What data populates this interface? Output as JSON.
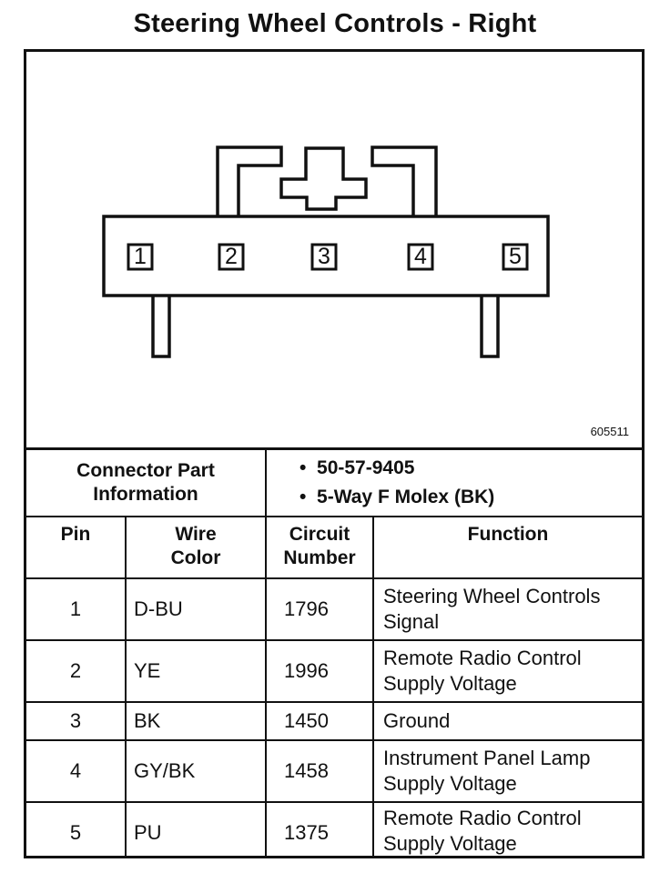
{
  "title": "Steering Wheel Controls - Right",
  "figure_number": "605511",
  "connector": {
    "pins": [
      "1",
      "2",
      "3",
      "4",
      "5"
    ]
  },
  "part_info": {
    "label_line1": "Connector Part",
    "label_line2": "Information",
    "bullet_glyph": "•",
    "items": [
      "50-57-9405",
      "5-Way F Molex (BK)"
    ]
  },
  "table": {
    "headers": {
      "pin": "Pin",
      "wire_line1": "Wire",
      "wire_line2": "Color",
      "circuit_line1": "Circuit",
      "circuit_line2": "Number",
      "function": "Function"
    },
    "rows": [
      {
        "pin": "1",
        "color": "D-BU",
        "circuit": "1796",
        "function_line1": "Steering Wheel Controls",
        "function_line2": "Signal"
      },
      {
        "pin": "2",
        "color": "YE",
        "circuit": "1996",
        "function_line1": "Remote Radio Control",
        "function_line2": "Supply Voltage"
      },
      {
        "pin": "3",
        "color": "BK",
        "circuit": "1450",
        "function_line1": "Ground",
        "function_line2": ""
      },
      {
        "pin": "4",
        "color": "GY/BK",
        "circuit": "1458",
        "function_line1": "Instrument Panel Lamp",
        "function_line2": "Supply Voltage"
      },
      {
        "pin": "5",
        "color": "PU",
        "circuit": "1375",
        "function_line1": "Remote Radio Control",
        "function_line2": "Supply Voltage"
      }
    ]
  }
}
